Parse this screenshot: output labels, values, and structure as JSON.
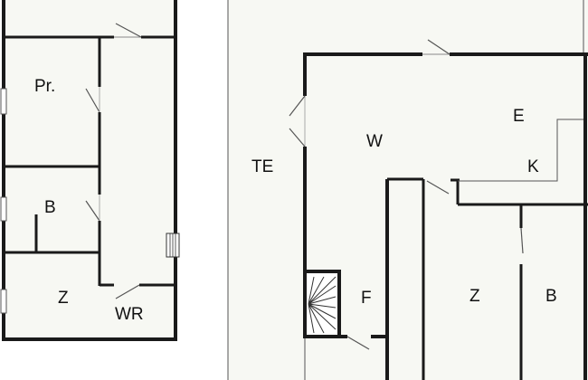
{
  "colors": {
    "floor_fill": "#f7f8f3",
    "wall": "#1a1a1a",
    "thin_line": "#555555",
    "background": "#ffffff"
  },
  "rooms": {
    "pr": "Pr.",
    "b_left": "B",
    "z_left": "Z",
    "wr": "WR",
    "te": "TE",
    "w": "W",
    "e": "E",
    "k": "K",
    "f": "F",
    "z_right": "Z",
    "b_right": "B"
  },
  "icons": {
    "stairs": "stairs-icon",
    "radiator": "radiator-icon"
  }
}
